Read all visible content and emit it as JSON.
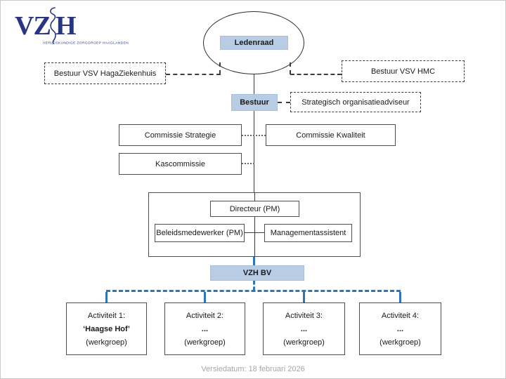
{
  "logo": {
    "vz": "VZ",
    "h": "H",
    "tagline": "VERLOSKUNDIGE ZORGGROEP HAAGLANDEN",
    "color": "#283583"
  },
  "nodes": {
    "ledenraad": "Ledenraad",
    "bestuur_vsv_haga": "Bestuur VSV HagaZiekenhuis",
    "bestuur_vsv_hmc": "Bestuur VSV HMC",
    "bestuur": "Bestuur",
    "strategisch_adviseur": "Strategisch organisatieadviseur",
    "commissie_strategie": "Commissie Strategie",
    "commissie_kwaliteit": "Commissie Kwaliteit",
    "kascommissie": "Kascommissie",
    "directeur": "Directeur (PM)",
    "beleidsmedewerker": "Beleidsmedewerker (PM)",
    "managementassistent": "Managementassistent",
    "vzh_bv": "VZH BV"
  },
  "activities": [
    {
      "title": "Activiteit 1:",
      "name": "‘Haagse Hof’",
      "subtitle": "(werkgroep)"
    },
    {
      "title": "Activiteit 2:",
      "name": "...",
      "subtitle": "(werkgroep)"
    },
    {
      "title": "Activiteit 3:",
      "name": "...",
      "subtitle": "(werkgroep)"
    },
    {
      "title": "Activiteit 4:",
      "name": "...",
      "subtitle": "(werkgroep)"
    }
  ],
  "footer": {
    "text": "Versiedatum: 18 februari 2026"
  },
  "colors": {
    "node_fill": "#b8cce4",
    "blue_line": "#2e75b6",
    "logo": "#283583"
  }
}
